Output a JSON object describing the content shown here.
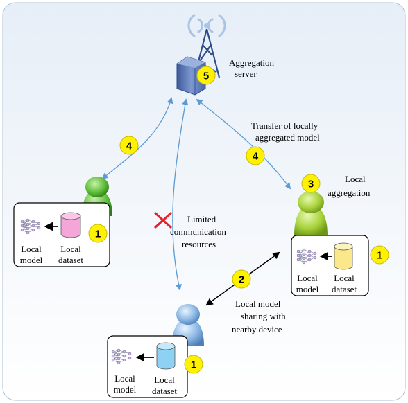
{
  "server": {
    "label_line1": "Aggregation",
    "label_line2": "server",
    "step": "5"
  },
  "transfer_label": {
    "line1": "Transfer of locally",
    "line2": "aggregated model"
  },
  "limited_label": {
    "line1": "Limited",
    "line2": "communication",
    "line3": "resources"
  },
  "local_aggregation_label": {
    "line1": "Local",
    "line2": "aggregation"
  },
  "sharing_label": {
    "line1": "Local model",
    "line2": "sharing with",
    "line3": "nearby device"
  },
  "steps": {
    "upload_left": "4",
    "upload_right": "4",
    "local_aggregation": "3",
    "sharing": "2",
    "train_left": "1",
    "train_right": "1",
    "train_bottom": "1"
  },
  "device_box": {
    "model_line1": "Local",
    "model_line2": "model",
    "dataset_line1": "Local",
    "dataset_line2": "dataset"
  },
  "colors": {
    "background": "#edf3f9",
    "link": "#5b9bd5",
    "badge_fill": "#fff200",
    "badge_stroke": "#c9b800",
    "cross": "#e8202a",
    "user_green": "#5fbf3a",
    "user_blue": "#8ab6e3",
    "user_lime": "#a8d23c",
    "dataset_pink": "#f5a6d8",
    "dataset_yellow": "#fbe88a",
    "dataset_blue": "#8dd1f3",
    "tower": "#5b79b8"
  }
}
